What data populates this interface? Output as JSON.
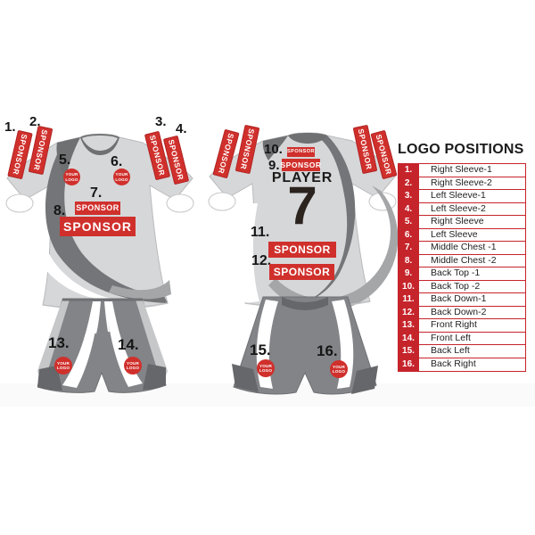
{
  "colors": {
    "red": "#d0302c",
    "legend_red": "#c6242b",
    "jersey_light": "#d6d7d9",
    "jersey_dark": "#747578",
    "jersey_mid": "#a4a6a8",
    "shorts_gray": "#838488",
    "shorts_dark": "#66676a",
    "number_black": "#2b231e"
  },
  "markers": {
    "m1": "1.",
    "m2": "2.",
    "m3": "3.",
    "m4": "4.",
    "m5": "5.",
    "m6": "6.",
    "m7": "7.",
    "m8": "8.",
    "m9": "9.",
    "m10": "10.",
    "m11": "11.",
    "m12": "12.",
    "m13": "13.",
    "m14": "14.",
    "m15": "15.",
    "m16": "16."
  },
  "banners": {
    "text": "SPONSOR"
  },
  "patches": {
    "middle_chest_1": "SPONSOR",
    "middle_chest_2": "SPONSOR",
    "back_top_1": "SPONSOR",
    "back_top_2": "SPONSOR",
    "back_down_1": "SPONSOR",
    "back_down_2": "SPONSOR"
  },
  "logo_circle": {
    "line1": "YOUR",
    "line2": "LOGO"
  },
  "player": {
    "name": "PLAYER",
    "number": "7"
  },
  "legend": {
    "title": "LOGO POSITIONS",
    "rows": [
      {
        "num": "1.",
        "label": "Right Sleeve-1"
      },
      {
        "num": "2.",
        "label": "Right Sleeve-2"
      },
      {
        "num": "3.",
        "label": "Left Sleeve-1"
      },
      {
        "num": "4.",
        "label": "Left Sleeve-2"
      },
      {
        "num": "5.",
        "label": "Right Sleeve"
      },
      {
        "num": "6.",
        "label": "Left Sleeve"
      },
      {
        "num": "7.",
        "label": "Middle Chest -1"
      },
      {
        "num": "8.",
        "label": "Middle Chest -2"
      },
      {
        "num": "9.",
        "label": "Back Top -1"
      },
      {
        "num": "10.",
        "label": "Back Top -2"
      },
      {
        "num": "11.",
        "label": "Back Down-1"
      },
      {
        "num": "12.",
        "label": "Back Down-2"
      },
      {
        "num": "13.",
        "label": "Front Right"
      },
      {
        "num": "14.",
        "label": "Front Left"
      },
      {
        "num": "15.",
        "label": "Back Left"
      },
      {
        "num": "16.",
        "label": "Back Right"
      }
    ]
  }
}
